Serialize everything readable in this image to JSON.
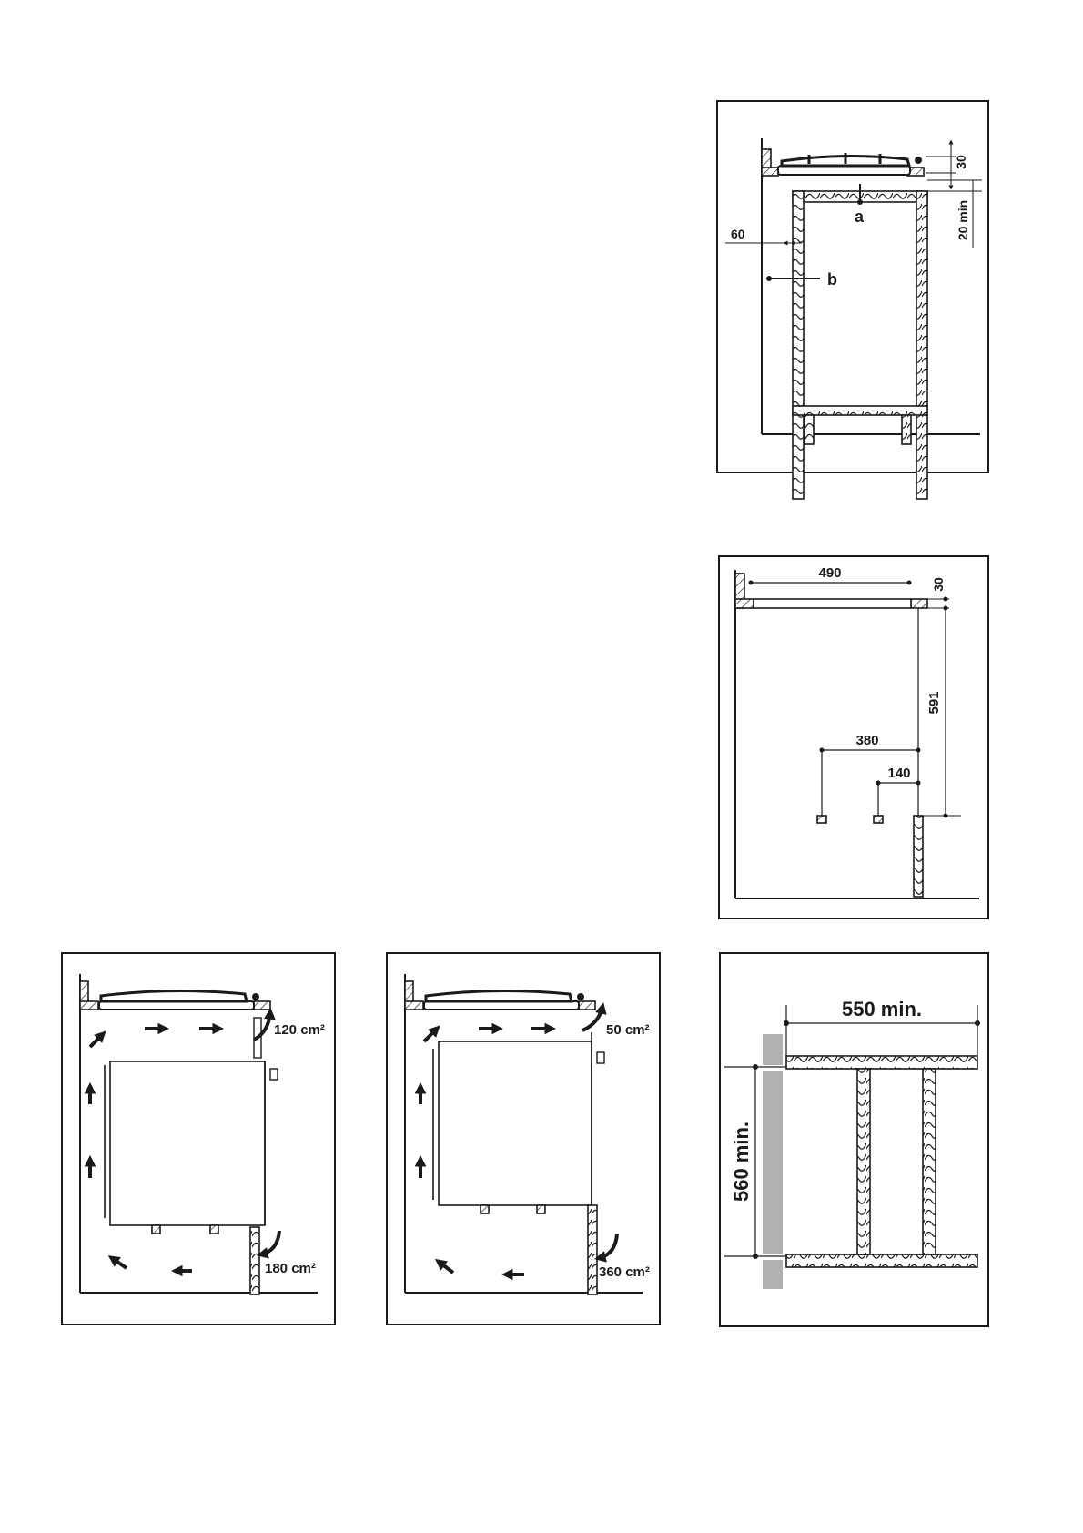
{
  "figure1": {
    "dim_top": "30",
    "dim_gap": "20 min",
    "dim_side": "60",
    "label_a": "a",
    "label_b": "b"
  },
  "figure2": {
    "dim_width": "490",
    "dim_top": "30",
    "dim_height": "591",
    "dim_pos1": "380",
    "dim_pos2": "140"
  },
  "figure3": {
    "vent_top": "120 cm²",
    "vent_bottom": "180 cm²"
  },
  "figure4": {
    "vent_top": "50 cm²",
    "vent_bottom": "360 cm²"
  },
  "figure5": {
    "dim_width": "550 min.",
    "dim_height": "560 min."
  }
}
